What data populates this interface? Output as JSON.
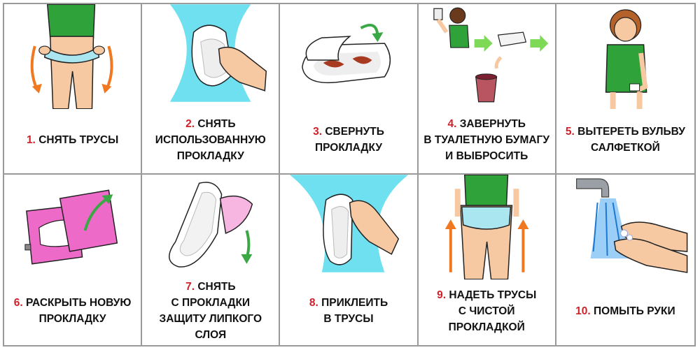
{
  "colors": {
    "step_number": "#d0202a",
    "arrow_orange": "#f07820",
    "arrow_green": "#3aa845",
    "shirt_green": "#2fa23a",
    "panties_blue": "#a9e6f0",
    "skin": "#f6c9a3",
    "blood": "#a83a20",
    "wrapper_pink": "#ee6ac8"
  },
  "steps": [
    {
      "num": "1.",
      "text": "СНЯТЬ ТРУСЫ",
      "icon": "remove-panties-icon"
    },
    {
      "num": "2.",
      "text": "СНЯТЬ\nИСПОЛЬЗОВАННУЮ\nПРОКЛАДКУ",
      "icon": "remove-used-pad-icon"
    },
    {
      "num": "3.",
      "text": "СВЕРНУТЬ\nПРОКЛАДКУ",
      "icon": "roll-pad-icon"
    },
    {
      "num": "4.",
      "text": "ЗАВЕРНУТЬ\nВ ТУАЛЕТНУЮ БУМАГУ\nИ ВЫБРОСИТЬ",
      "icon": "wrap-and-discard-icon"
    },
    {
      "num": "5.",
      "text": "ВЫТЕРЕТЬ ВУЛЬВУ\nСАЛФЕТКОЙ",
      "icon": "wipe-icon"
    },
    {
      "num": "6.",
      "text": "РАСКРЫТЬ НОВУЮ\nПРОКЛАДКУ",
      "icon": "open-new-pad-icon"
    },
    {
      "num": "7.",
      "text": "СНЯТЬ\nС ПРОКЛАДКИ\nЗАЩИТУ ЛИПКОГО\nСЛОЯ",
      "icon": "peel-backing-icon"
    },
    {
      "num": "8.",
      "text": "ПРИКЛЕИТЬ\nВ ТРУСЫ",
      "icon": "stick-pad-icon"
    },
    {
      "num": "9.",
      "text": "НАДЕТЬ ТРУСЫ\nС ЧИСТОЙ\nПРОКЛАДКОЙ",
      "icon": "put-on-panties-icon"
    },
    {
      "num": "10.",
      "text": "ПОМЫТЬ РУКИ",
      "icon": "wash-hands-icon"
    }
  ]
}
